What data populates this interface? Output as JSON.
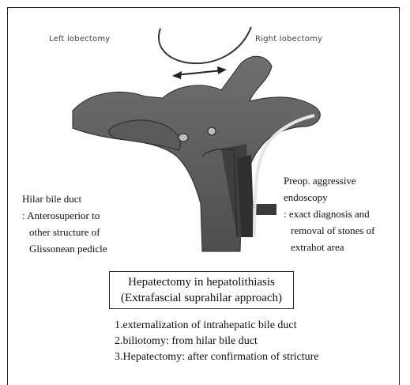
{
  "top_labels": {
    "left": "Left lobectomy",
    "right": "Right lobectomy"
  },
  "left_note": [
    "Hilar bile duct",
    ": Anterosuperior to",
    "other structure of",
    "Glissonean pedicle"
  ],
  "right_note": [
    "Preop. aggressive",
    "endoscopy",
    ": exact diagnosis and",
    "removal of stones of",
    "extrahot area"
  ],
  "box": {
    "line1": "Hepatectomy in hepatolithiasis",
    "line2": "(Extrafascial suprahilar approach)"
  },
  "steps": [
    "1.externalization of intrahepatic bile duct",
    "2.biliotomy: from hilar bile duct",
    "3.Hepatectomy: after confirmation of stricture"
  ]
}
